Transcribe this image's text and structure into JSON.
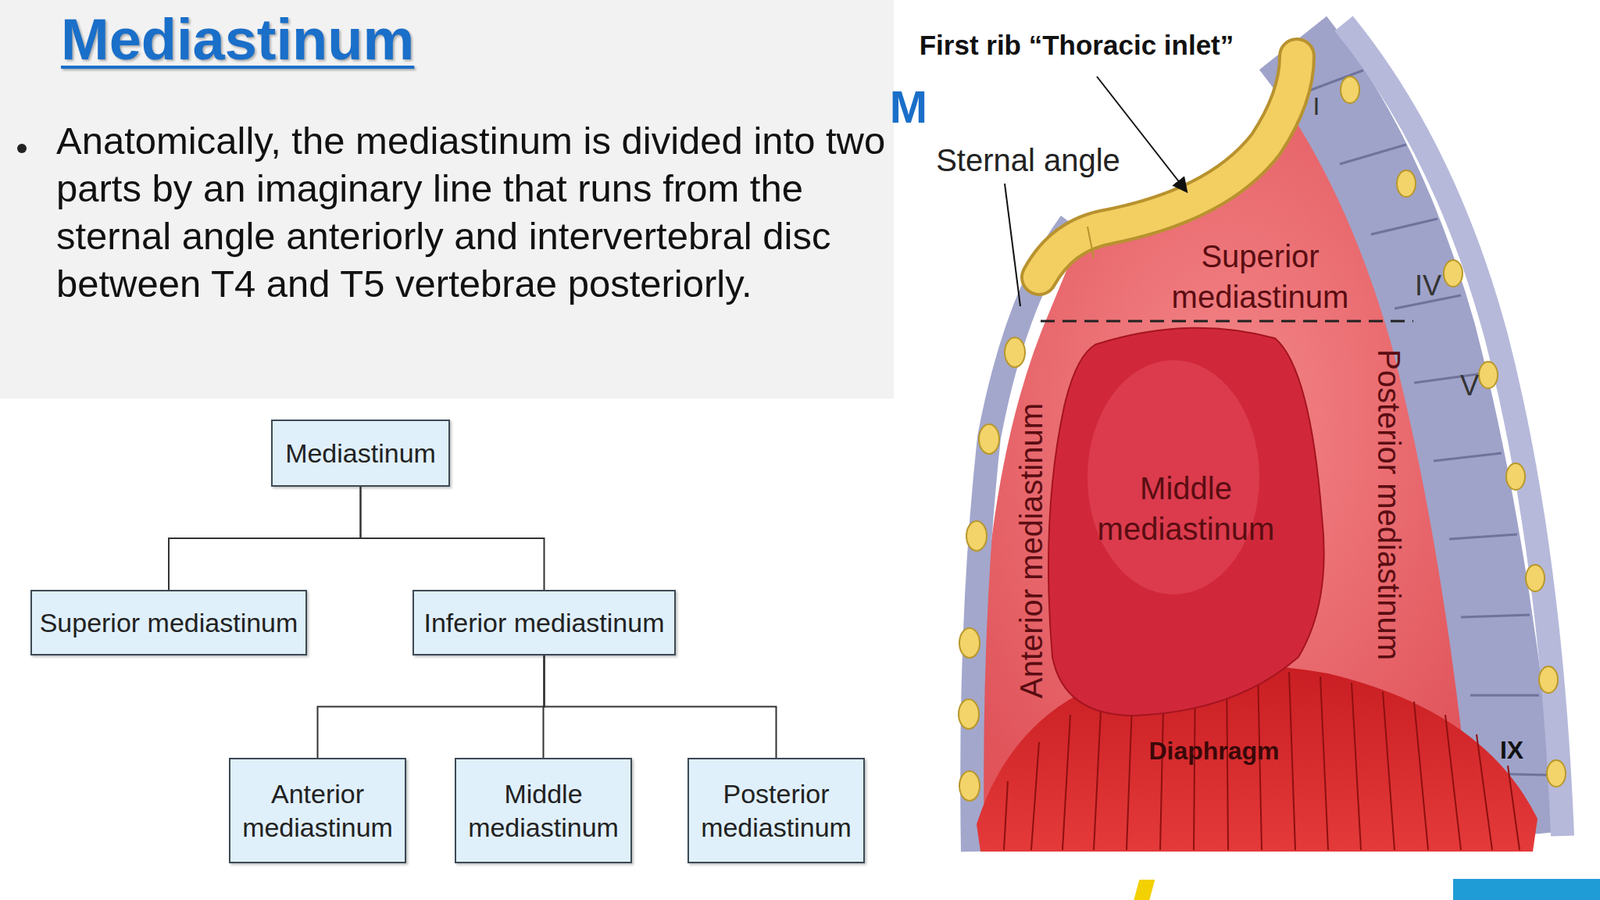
{
  "diagram": {
    "title": "Mediastinum",
    "nodes": [
      {
        "text": [
          "Mediastinum"
        ]
      },
      {
        "text": [
          "Superior mediastinum"
        ]
      },
      {
        "text": [
          "Inferior mediastinum"
        ]
      },
      {
        "text": [
          "Anterior mediastinum"
        ]
      },
      {
        "text": [
          "Middle mediastinum"
        ]
      },
      {
        "text": [
          "Posterior mediastinum"
        ]
      },
      {
        "text": [
          "Middle mediastinum"
        ]
      }
    ],
    "edges": [
      {
        "from": 0,
        "to": 1,
        "arrow": "none"
      },
      {
        "from": 0,
        "to": 2,
        "arrow": "none"
      },
      {
        "from": 2,
        "to": 3,
        "arrow": "none"
      },
      {
        "from": 2,
        "to": 4,
        "arrow": "none"
      },
      {
        "from": 2,
        "to": 5,
        "arrow": "none"
      }
    ],
    "labels": [
      "Anatomically, the mediastinum is divided into two parts by an imaginary line that runs from the sternal angle anteriorly and intervertebral disc between T4 and T5 vertebrae posteriorly.",
      "M",
      "First rib “Thoracic inlet”",
      "Sternal angle",
      "Superior mediastinum",
      "Anterior mediastinum",
      "Posterior mediastinum",
      "Diaphragm",
      "I",
      "IV",
      "V",
      "IX"
    ]
  }
}
